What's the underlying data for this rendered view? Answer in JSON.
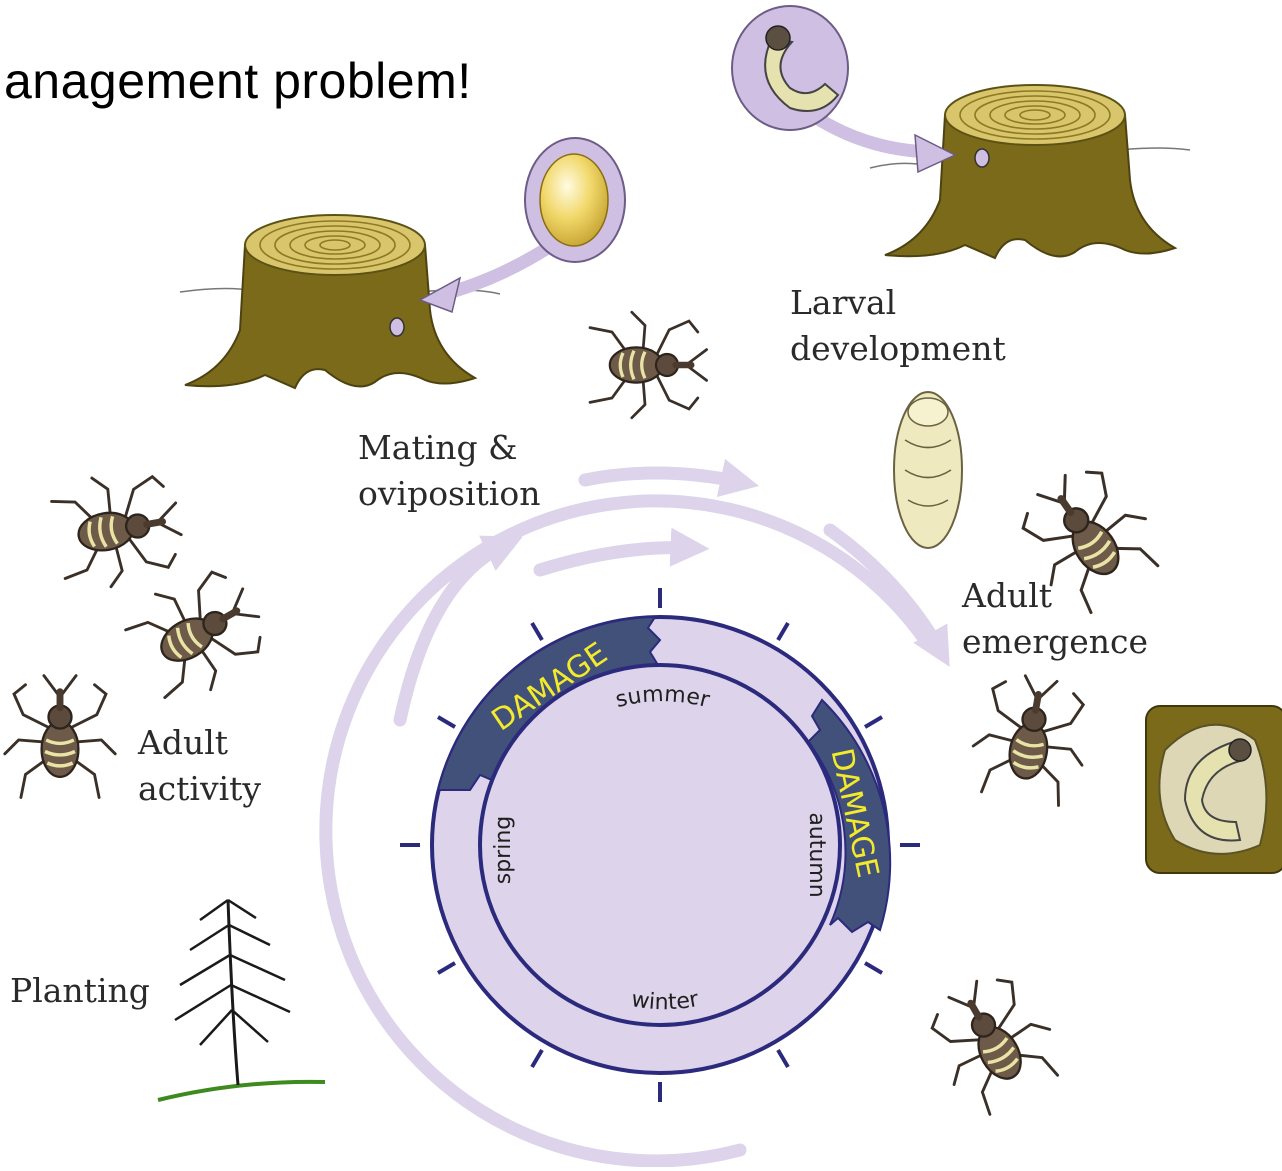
{
  "slide": {
    "title_fragment": "anagement problem!"
  },
  "diagram": {
    "stages": {
      "larval": [
        "Larval",
        "development"
      ],
      "mating": [
        "Mating &",
        "oviposition"
      ],
      "emergence": [
        "Adult",
        "emergence"
      ],
      "activity": [
        "Adult",
        "activity"
      ],
      "planting": [
        "Planting"
      ]
    },
    "seasons": {
      "summer": "summer",
      "autumn": "autumn",
      "winter": "winter",
      "spring": "spring"
    },
    "damage_label": "DAMAGE",
    "colors": {
      "cycle_ring": "#ddd3ea",
      "ring_line": "#2b2a7c",
      "damage_band": "#42517a",
      "damage_text": "#f2ea2a",
      "stump": "#7a6a1a",
      "weevil": "#6e5a48",
      "weevil_pattern": "#e9e3a6",
      "callout": "#cfc0e3",
      "seedling": "#1a1a1a",
      "ground": "#3f8a1e"
    }
  }
}
